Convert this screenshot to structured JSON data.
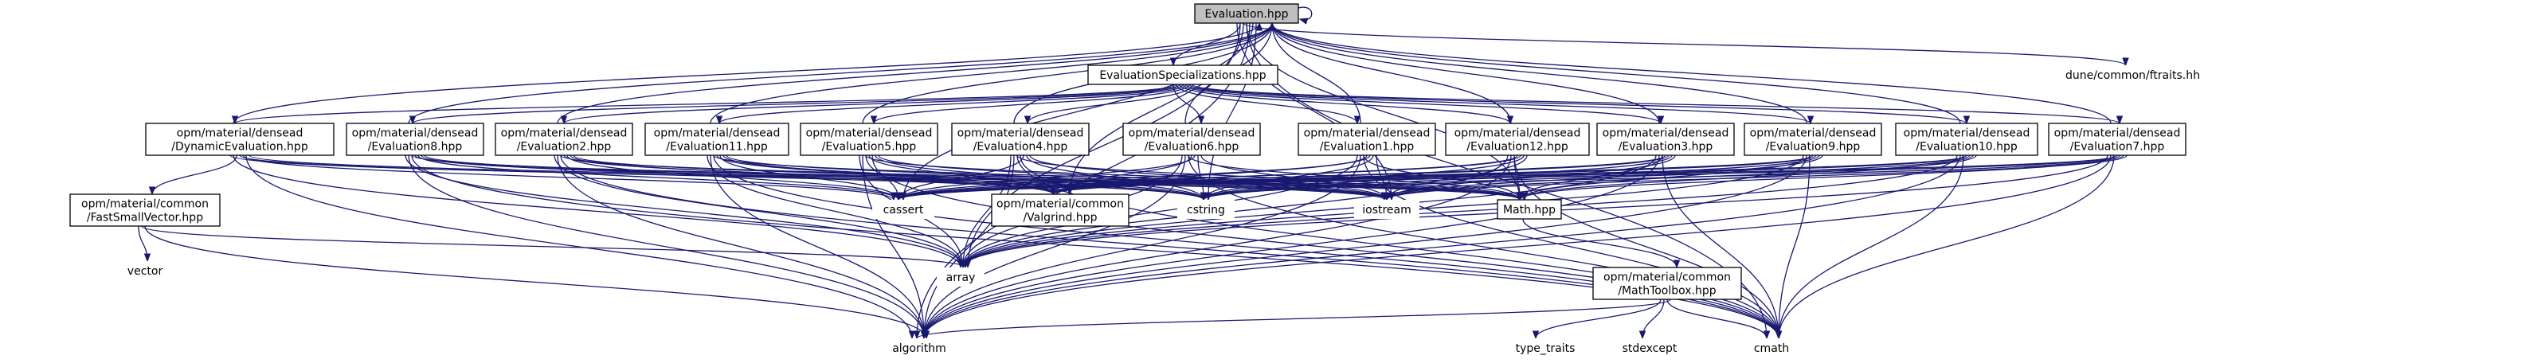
{
  "nodes": {
    "root": {
      "lines": [
        "Evaluation.hpp"
      ],
      "style": "root"
    },
    "spec": {
      "lines": [
        "EvaluationSpecializations.hpp"
      ],
      "style": "box"
    },
    "ftraits": {
      "lines": [
        "dune/common/ftraits.hh"
      ],
      "style": "ext"
    },
    "dyn": {
      "lines": [
        "opm/material/densead",
        "/DynamicEvaluation.hpp"
      ],
      "style": "box"
    },
    "ev8": {
      "lines": [
        "opm/material/densead",
        "/Evaluation8.hpp"
      ],
      "style": "box"
    },
    "ev2": {
      "lines": [
        "opm/material/densead",
        "/Evaluation2.hpp"
      ],
      "style": "box"
    },
    "ev11": {
      "lines": [
        "opm/material/densead",
        "/Evaluation11.hpp"
      ],
      "style": "box"
    },
    "ev5": {
      "lines": [
        "opm/material/densead",
        "/Evaluation5.hpp"
      ],
      "style": "box"
    },
    "ev4": {
      "lines": [
        "opm/material/densead",
        "/Evaluation4.hpp"
      ],
      "style": "box"
    },
    "ev6": {
      "lines": [
        "opm/material/densead",
        "/Evaluation6.hpp"
      ],
      "style": "box"
    },
    "ev1": {
      "lines": [
        "opm/material/densead",
        "/Evaluation1.hpp"
      ],
      "style": "box"
    },
    "ev12": {
      "lines": [
        "opm/material/densead",
        "/Evaluation12.hpp"
      ],
      "style": "box"
    },
    "ev3": {
      "lines": [
        "opm/material/densead",
        "/Evaluation3.hpp"
      ],
      "style": "box"
    },
    "ev9": {
      "lines": [
        "opm/material/densead",
        "/Evaluation9.hpp"
      ],
      "style": "box"
    },
    "ev10": {
      "lines": [
        "opm/material/densead",
        "/Evaluation10.hpp"
      ],
      "style": "box"
    },
    "ev7": {
      "lines": [
        "opm/material/densead",
        "/Evaluation7.hpp"
      ],
      "style": "box"
    },
    "fsv": {
      "lines": [
        "opm/material/common",
        "/FastSmallVector.hpp"
      ],
      "style": "box"
    },
    "valgrind": {
      "lines": [
        "opm/material/common",
        "/Valgrind.hpp"
      ],
      "style": "box"
    },
    "cassert": {
      "lines": [
        "cassert"
      ],
      "style": "ext"
    },
    "cstring": {
      "lines": [
        "cstring"
      ],
      "style": "ext"
    },
    "iostream": {
      "lines": [
        "iostream"
      ],
      "style": "ext"
    },
    "math": {
      "lines": [
        "Math.hpp"
      ],
      "style": "box"
    },
    "vector": {
      "lines": [
        "vector"
      ],
      "style": "ext"
    },
    "array": {
      "lines": [
        "array"
      ],
      "style": "ext"
    },
    "mtb": {
      "lines": [
        "opm/material/common",
        "/MathToolbox.hpp"
      ],
      "style": "box"
    },
    "type_traits": {
      "lines": [
        "type_traits"
      ],
      "style": "ext"
    },
    "stdexcept": {
      "lines": [
        "stdexcept"
      ],
      "style": "ext"
    },
    "cmath": {
      "lines": [
        "cmath"
      ],
      "style": "ext"
    },
    "algorithm": {
      "lines": [
        "algorithm"
      ],
      "style": "ext"
    }
  },
  "edges": [
    [
      "root",
      "spec"
    ],
    [
      "root",
      "ftraits"
    ],
    [
      "root",
      "cmath"
    ],
    [
      "root",
      "algorithm"
    ],
    [
      "root",
      "cassert"
    ],
    [
      "root",
      "cstring"
    ],
    [
      "root",
      "iostream"
    ],
    [
      "root",
      "array"
    ],
    [
      "root",
      "valgrind"
    ],
    [
      "root",
      "math"
    ],
    [
      "root",
      "root"
    ],
    [
      "spec",
      "dyn"
    ],
    [
      "spec",
      "ev8"
    ],
    [
      "spec",
      "ev2"
    ],
    [
      "spec",
      "ev11"
    ],
    [
      "spec",
      "ev5"
    ],
    [
      "spec",
      "ev4"
    ],
    [
      "spec",
      "ev6"
    ],
    [
      "spec",
      "ev1"
    ],
    [
      "spec",
      "ev12"
    ],
    [
      "spec",
      "ev3"
    ],
    [
      "spec",
      "ev9"
    ],
    [
      "spec",
      "ev10"
    ],
    [
      "spec",
      "ev7"
    ],
    [
      "dyn",
      "root"
    ],
    [
      "dyn",
      "fsv"
    ],
    [
      "dyn",
      "valgrind"
    ],
    [
      "dyn",
      "cassert"
    ],
    [
      "dyn",
      "algorithm"
    ],
    [
      "dyn",
      "math"
    ],
    [
      "dyn",
      "iostream"
    ],
    [
      "dyn",
      "array"
    ],
    [
      "fsv",
      "vector"
    ],
    [
      "fsv",
      "array"
    ],
    [
      "fsv",
      "algorithm"
    ],
    [
      "ev8",
      "root"
    ],
    [
      "ev8",
      "math"
    ],
    [
      "ev8",
      "valgrind"
    ],
    [
      "ev8",
      "cassert"
    ],
    [
      "ev8",
      "cstring"
    ],
    [
      "ev8",
      "iostream"
    ],
    [
      "ev8",
      "array"
    ],
    [
      "ev8",
      "algorithm"
    ],
    [
      "ev8",
      "cmath"
    ],
    [
      "ev2",
      "root"
    ],
    [
      "ev2",
      "math"
    ],
    [
      "ev2",
      "valgrind"
    ],
    [
      "ev2",
      "cassert"
    ],
    [
      "ev2",
      "cstring"
    ],
    [
      "ev2",
      "iostream"
    ],
    [
      "ev2",
      "array"
    ],
    [
      "ev2",
      "algorithm"
    ],
    [
      "ev2",
      "cmath"
    ],
    [
      "ev11",
      "root"
    ],
    [
      "ev11",
      "math"
    ],
    [
      "ev11",
      "valgrind"
    ],
    [
      "ev11",
      "cassert"
    ],
    [
      "ev11",
      "cstring"
    ],
    [
      "ev11",
      "iostream"
    ],
    [
      "ev11",
      "array"
    ],
    [
      "ev11",
      "algorithm"
    ],
    [
      "ev11",
      "cmath"
    ],
    [
      "ev5",
      "root"
    ],
    [
      "ev5",
      "math"
    ],
    [
      "ev5",
      "valgrind"
    ],
    [
      "ev5",
      "cassert"
    ],
    [
      "ev5",
      "cstring"
    ],
    [
      "ev5",
      "iostream"
    ],
    [
      "ev5",
      "array"
    ],
    [
      "ev5",
      "algorithm"
    ],
    [
      "ev5",
      "cmath"
    ],
    [
      "ev4",
      "root"
    ],
    [
      "ev4",
      "math"
    ],
    [
      "ev4",
      "valgrind"
    ],
    [
      "ev4",
      "cassert"
    ],
    [
      "ev4",
      "cstring"
    ],
    [
      "ev4",
      "iostream"
    ],
    [
      "ev4",
      "array"
    ],
    [
      "ev4",
      "algorithm"
    ],
    [
      "ev4",
      "cmath"
    ],
    [
      "ev6",
      "root"
    ],
    [
      "ev6",
      "math"
    ],
    [
      "ev6",
      "valgrind"
    ],
    [
      "ev6",
      "cassert"
    ],
    [
      "ev6",
      "cstring"
    ],
    [
      "ev6",
      "iostream"
    ],
    [
      "ev6",
      "array"
    ],
    [
      "ev6",
      "algorithm"
    ],
    [
      "ev6",
      "cmath"
    ],
    [
      "ev1",
      "root"
    ],
    [
      "ev1",
      "math"
    ],
    [
      "ev1",
      "valgrind"
    ],
    [
      "ev1",
      "cassert"
    ],
    [
      "ev1",
      "cstring"
    ],
    [
      "ev1",
      "iostream"
    ],
    [
      "ev1",
      "array"
    ],
    [
      "ev1",
      "algorithm"
    ],
    [
      "ev1",
      "cmath"
    ],
    [
      "ev12",
      "root"
    ],
    [
      "ev12",
      "math"
    ],
    [
      "ev12",
      "valgrind"
    ],
    [
      "ev12",
      "cassert"
    ],
    [
      "ev12",
      "cstring"
    ],
    [
      "ev12",
      "iostream"
    ],
    [
      "ev12",
      "array"
    ],
    [
      "ev12",
      "algorithm"
    ],
    [
      "ev12",
      "cmath"
    ],
    [
      "ev3",
      "root"
    ],
    [
      "ev3",
      "math"
    ],
    [
      "ev3",
      "valgrind"
    ],
    [
      "ev3",
      "cassert"
    ],
    [
      "ev3",
      "cstring"
    ],
    [
      "ev3",
      "iostream"
    ],
    [
      "ev3",
      "array"
    ],
    [
      "ev3",
      "algorithm"
    ],
    [
      "ev3",
      "cmath"
    ],
    [
      "ev9",
      "root"
    ],
    [
      "ev9",
      "math"
    ],
    [
      "ev9",
      "valgrind"
    ],
    [
      "ev9",
      "cassert"
    ],
    [
      "ev9",
      "cstring"
    ],
    [
      "ev9",
      "iostream"
    ],
    [
      "ev9",
      "array"
    ],
    [
      "ev9",
      "algorithm"
    ],
    [
      "ev9",
      "cmath"
    ],
    [
      "ev10",
      "root"
    ],
    [
      "ev10",
      "math"
    ],
    [
      "ev10",
      "valgrind"
    ],
    [
      "ev10",
      "cassert"
    ],
    [
      "ev10",
      "cstring"
    ],
    [
      "ev10",
      "iostream"
    ],
    [
      "ev10",
      "array"
    ],
    [
      "ev10",
      "algorithm"
    ],
    [
      "ev10",
      "cmath"
    ],
    [
      "ev7",
      "root"
    ],
    [
      "ev7",
      "math"
    ],
    [
      "ev7",
      "valgrind"
    ],
    [
      "ev7",
      "cassert"
    ],
    [
      "ev7",
      "cstring"
    ],
    [
      "ev7",
      "iostream"
    ],
    [
      "ev7",
      "array"
    ],
    [
      "ev7",
      "algorithm"
    ],
    [
      "ev7",
      "cmath"
    ],
    [
      "math",
      "mtb"
    ],
    [
      "mtb",
      "type_traits"
    ],
    [
      "mtb",
      "stdexcept"
    ],
    [
      "mtb",
      "cmath"
    ],
    [
      "mtb",
      "algorithm"
    ]
  ]
}
